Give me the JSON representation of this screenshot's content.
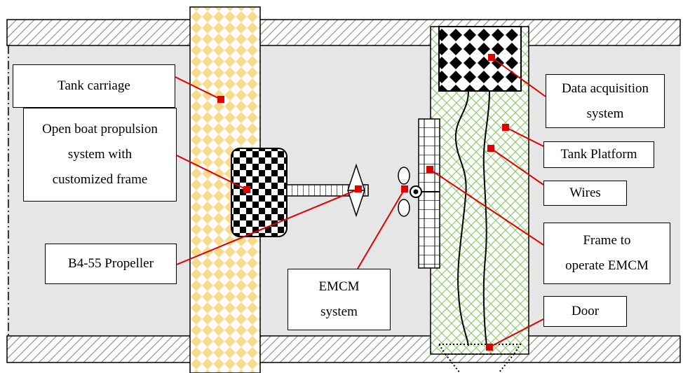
{
  "labels": {
    "tank_carriage": "Tank carriage",
    "open_boat": [
      "Open boat propulsion",
      "system with",
      "customized frame"
    ],
    "b4_propeller": "B4-55 Propeller",
    "emcm_system": [
      "EMCM",
      "system"
    ],
    "data_acquisition": [
      "Data acquisition",
      "system"
    ],
    "tank_platform": "Tank Platform",
    "wires": "Wires",
    "frame_emcm": [
      "Frame to",
      "operate EMCM"
    ],
    "door": "Door"
  },
  "colors": {
    "marker": "#e00000",
    "leader": "#e00000",
    "carriage_diamond": "#f9d98a",
    "platform_hatch": "#8ecb6f",
    "tank_fill": "#e6e6e6"
  }
}
